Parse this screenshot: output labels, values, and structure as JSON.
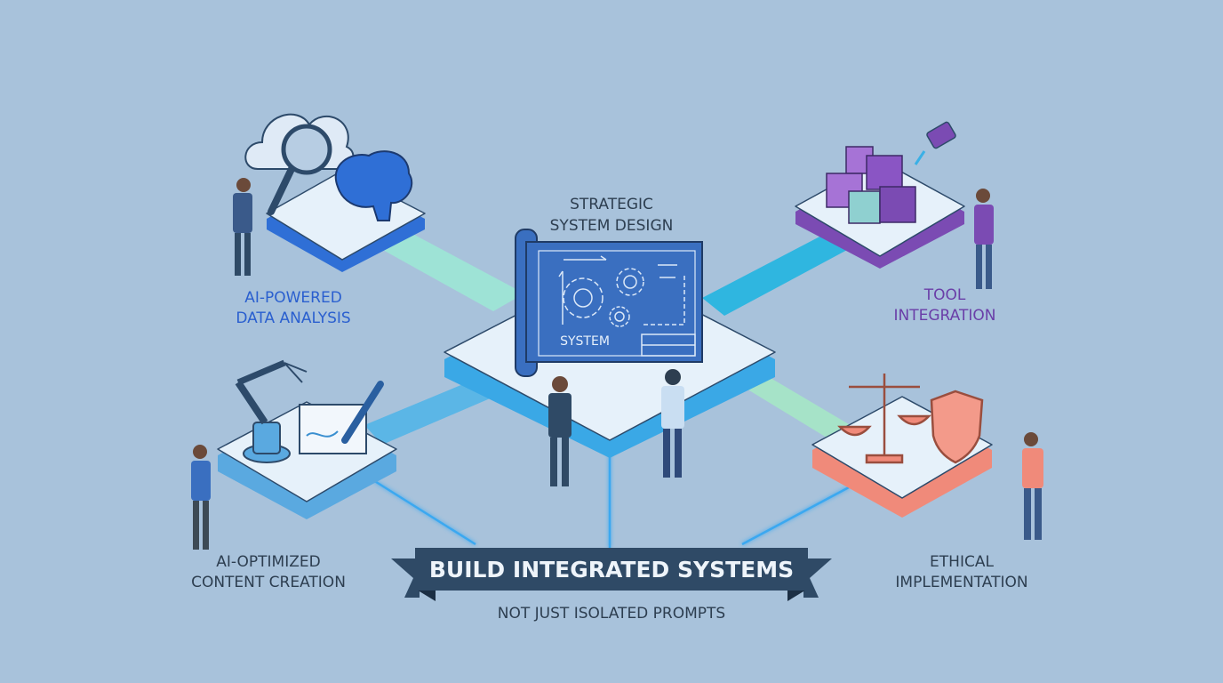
{
  "center": {
    "title_line1": "STRATEGIC",
    "title_line2": "SYSTEM DESIGN",
    "blueprint_label": "SYSTEM"
  },
  "nodes": [
    {
      "line1": "AI-POWERED",
      "line2": "DATA ANALYSIS",
      "color": "#2a5fcf"
    },
    {
      "line1": "TOOL",
      "line2": "INTEGRATION",
      "color": "#6a3ea8"
    },
    {
      "line1": "AI-OPTIMIZED",
      "line2": "CONTENT CREATION",
      "color": "#2d3e50"
    },
    {
      "line1": "ETHICAL",
      "line2": "IMPLEMENTATION",
      "color": "#2d3e50"
    }
  ],
  "banner": {
    "title": "BUILD INTEGRATED SYSTEMS",
    "subtitle": "NOT JUST ISOLATED PROMPTS",
    "color": "#2f4a66"
  },
  "colors": {
    "background": "#a8c2db",
    "platform_top": "#e6f1fa",
    "blue": "#2f6fd6",
    "purple": "#7b4bb3",
    "cyan": "#3ab0e6",
    "salmon": "#f08a7a",
    "mint": "#9ee3d6"
  }
}
